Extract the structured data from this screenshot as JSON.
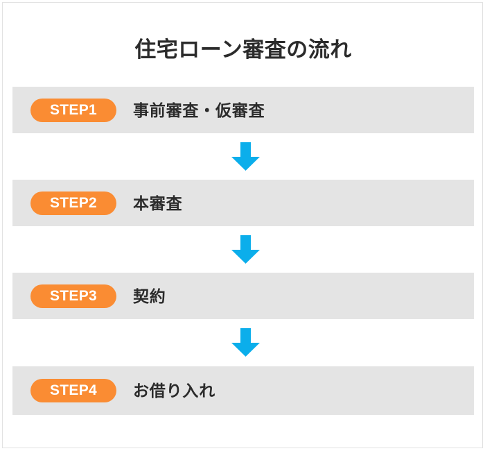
{
  "card": {
    "title": "住宅ローン審査の流れ",
    "border_color": "#e2e2e2",
    "background": "#ffffff"
  },
  "theme": {
    "badge_color": "#fa8c33",
    "badge_text_color": "#ffffff",
    "row_background": "#e4e4e4",
    "text_color": "#2b2b2b",
    "arrow_color": "#0baeeb"
  },
  "steps": [
    {
      "badge": "STEP1",
      "label": "事前審査・仮審査"
    },
    {
      "badge": "STEP2",
      "label": "本審査"
    },
    {
      "badge": "STEP3",
      "label": "契約"
    },
    {
      "badge": "STEP4",
      "label": "お借り入れ"
    }
  ],
  "connectors": [
    {
      "icon": "arrow-down-icon"
    },
    {
      "icon": "arrow-down-icon"
    },
    {
      "icon": "arrow-down-icon"
    }
  ]
}
